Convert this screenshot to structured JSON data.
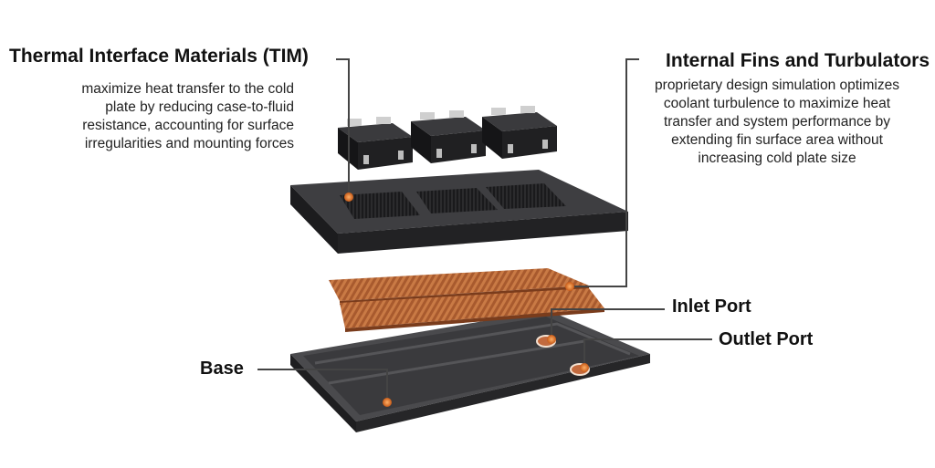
{
  "callouts": {
    "tim": {
      "title": "Thermal Interface Materials (TIM)",
      "description_lines": [
        "maximize heat transfer to the cold",
        "plate by reducing case-to-fluid",
        "resistance, accounting for surface",
        "irregularities and mounting forces"
      ]
    },
    "fins": {
      "title": "Internal Fins and Turbulators",
      "description_lines": [
        "proprietary design simulation optimizes",
        "coolant turbulence to maximize heat",
        "transfer and system performance by",
        "extending fin surface area without",
        "increasing cold plate size"
      ]
    },
    "inlet": {
      "title": "Inlet Port"
    },
    "outlet": {
      "title": "Outlet Port"
    },
    "base": {
      "title": "Base"
    }
  },
  "colors": {
    "plate_dark": "#2c2c2e",
    "plate_top": "#3d3d40",
    "fin_copper": "#b8693a",
    "leader_line": "#444444",
    "marker_orange": "#e07a2c"
  },
  "components": {
    "modules": [
      "power-module-icon",
      "power-module-icon",
      "power-module-icon"
    ],
    "fin_strips": 2
  }
}
